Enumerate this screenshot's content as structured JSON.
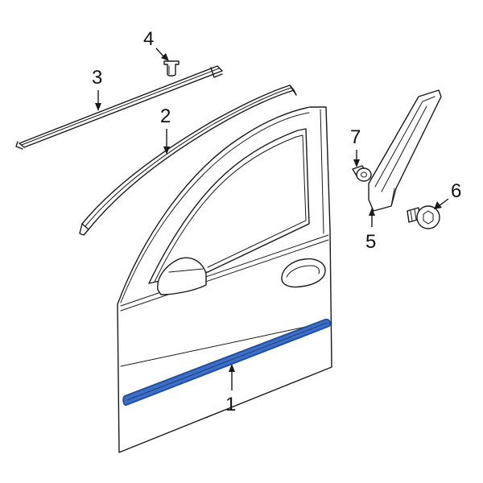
{
  "colors": {
    "highlight": "#1f4fa3",
    "highlight_fill": "#3d6fc7",
    "line": "#1a1a1a",
    "background": "#ffffff"
  },
  "callouts": [
    {
      "id": "1",
      "label": "1",
      "part": "door-body-side-molding"
    },
    {
      "id": "2",
      "label": "2",
      "part": "door-frame-upper-molding"
    },
    {
      "id": "3",
      "label": "3",
      "part": "roof-drip-molding"
    },
    {
      "id": "4",
      "label": "4",
      "part": "molding-clip"
    },
    {
      "id": "5",
      "label": "5",
      "part": "pillar-applique"
    },
    {
      "id": "6",
      "label": "6",
      "part": "applique-screw"
    },
    {
      "id": "7",
      "label": "7",
      "part": "retainer-nut"
    }
  ]
}
